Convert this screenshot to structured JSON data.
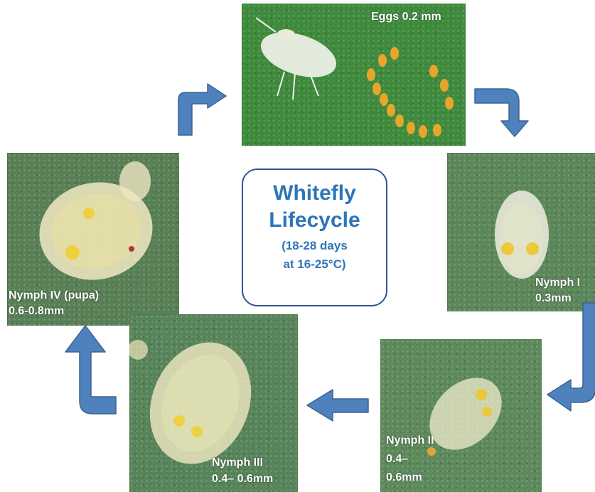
{
  "title": {
    "line1": "Whitefly",
    "line2": "Lifecycle",
    "detail1": "(18-28 days",
    "detail2": "at 16-25°C)"
  },
  "stages": {
    "eggs": {
      "line1": "Eggs 0.2 mm"
    },
    "nymph1": {
      "line1": "Nymph I",
      "line2": "0.3mm"
    },
    "nymph2": {
      "line1": "Nymph II",
      "line2": "0.4–",
      "line3": "0.6mm"
    },
    "nymph3": {
      "line1": "Nymph III",
      "line2": "0.4– 0.6mm"
    },
    "nymph4": {
      "line1": "Nymph IV (pupa)",
      "line2": "0.6-0.8mm"
    }
  },
  "colors": {
    "arrow_fill": "#4f81bd",
    "arrow_stroke": "#3a6496",
    "title_text": "#2e75b6",
    "box_border": "#2f5597",
    "leaf_green": "#4f8a4a"
  }
}
